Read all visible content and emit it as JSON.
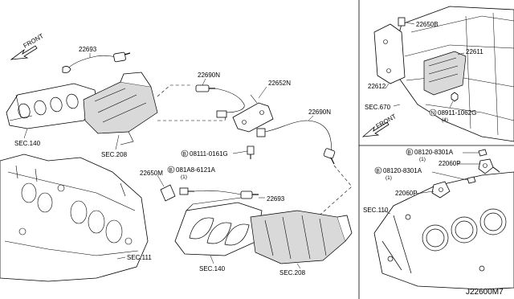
{
  "diagram_code": "J22600M7",
  "front_arrows": {
    "top_left": "FRONT",
    "right_panel": "FRONT"
  },
  "labels": {
    "sensor_upper": "22693",
    "sensor_lower": "22693",
    "bank1_sensor": "22690N",
    "bank2_sensor": "22690N",
    "bracket": "22652N",
    "harness_clip": "22650M",
    "ecm_bracket": "22650B",
    "ecm": "22611",
    "ecm_mount": "22612",
    "knock_sensor_1": "22060P",
    "knock_sensor_2": "22060P"
  },
  "sections": {
    "exhaust_manifold_left": "SEC.140",
    "catalyst_left": "SEC.208",
    "engine_left": "SEC.111",
    "exhaust_manifold_bottom": "SEC.140",
    "catalyst_bottom": "SEC.208",
    "body_panel": "SEC.670",
    "cylinder_block": "SEC.110"
  },
  "fasteners": {
    "bolt_01": {
      "marker": "B",
      "code": "08111-0161G",
      "qty": ""
    },
    "bolt_02": {
      "marker": "B",
      "code": "081A8-6121A",
      "qty": "(1)"
    },
    "nut_ecm": {
      "marker": "N",
      "code": "08911-1062G",
      "qty": "(4)"
    },
    "bolt_ks_1": {
      "marker": "B",
      "code": "08120-8301A",
      "qty": "(1)"
    },
    "bolt_ks_2": {
      "marker": "B",
      "code": "08120-8301A",
      "qty": "(1)"
    }
  }
}
